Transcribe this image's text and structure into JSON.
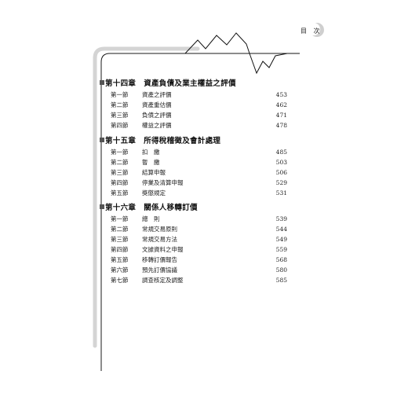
{
  "header": {
    "label": "目 次"
  },
  "chapters": [
    {
      "number": "第十四章",
      "title": "資產負債及業主權益之評價",
      "sections": [
        {
          "number": "第一節",
          "title": "資產之評價",
          "page": "453"
        },
        {
          "number": "第二節",
          "title": "資產重估價",
          "page": "462"
        },
        {
          "number": "第三節",
          "title": "負債之評價",
          "page": "471"
        },
        {
          "number": "第四節",
          "title": "權益之評價",
          "page": "478"
        }
      ]
    },
    {
      "number": "第十五章",
      "title": "所得稅稽徵及會計處理",
      "sections": [
        {
          "number": "第一節",
          "title": "扣　繳",
          "page": "485"
        },
        {
          "number": "第二節",
          "title": "暫　繳",
          "page": "503"
        },
        {
          "number": "第三節",
          "title": "結算申報",
          "page": "506"
        },
        {
          "number": "第四節",
          "title": "停業及清算申報",
          "page": "529"
        },
        {
          "number": "第五節",
          "title": "獎懲規定",
          "page": "531"
        }
      ]
    },
    {
      "number": "第十六章",
      "title": "關係人移轉訂價",
      "sections": [
        {
          "number": "第一節",
          "title": "總　則",
          "page": "539"
        },
        {
          "number": "第二節",
          "title": "常規交易原則",
          "page": "544"
        },
        {
          "number": "第三節",
          "title": "常規交易方法",
          "page": "549"
        },
        {
          "number": "第四節",
          "title": "文據資料之申報",
          "page": "559"
        },
        {
          "number": "第五節",
          "title": "移轉訂價報告",
          "page": "568"
        },
        {
          "number": "第六節",
          "title": "預先訂價協議",
          "page": "580"
        },
        {
          "number": "第七節",
          "title": "調查核定及調整",
          "page": "585"
        }
      ]
    }
  ]
}
